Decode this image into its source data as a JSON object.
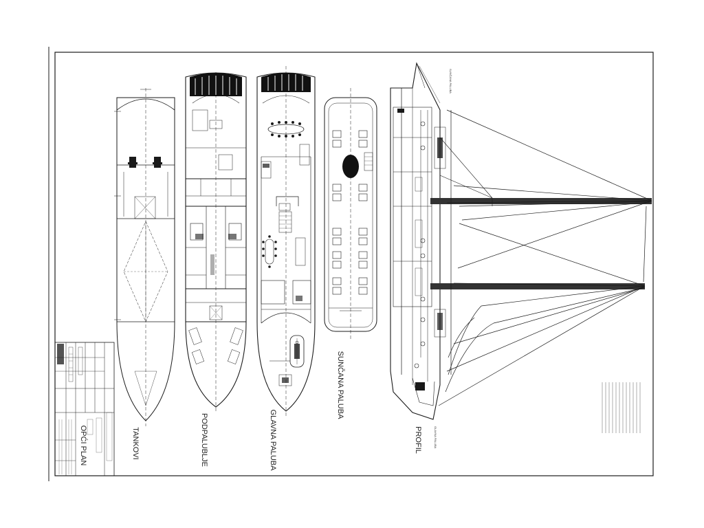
{
  "drawing": {
    "title": "OPĆI PLAN"
  },
  "views": {
    "tanks": "TANKOVI",
    "lower_deck": "PODPALUBLJE",
    "main_deck": "GLAVNA PALUBA",
    "sun_deck": "SUNČANA PALUBA",
    "profile": "PROFIL"
  },
  "profile_labels": {
    "top": "SUNČANA PALUBA",
    "bottom": "GLAVNA PALUBA"
  },
  "colors": {
    "line": "#1a1a1a",
    "background": "#ffffff",
    "dark_fill": "#111111",
    "grey_fill": "#666666"
  }
}
